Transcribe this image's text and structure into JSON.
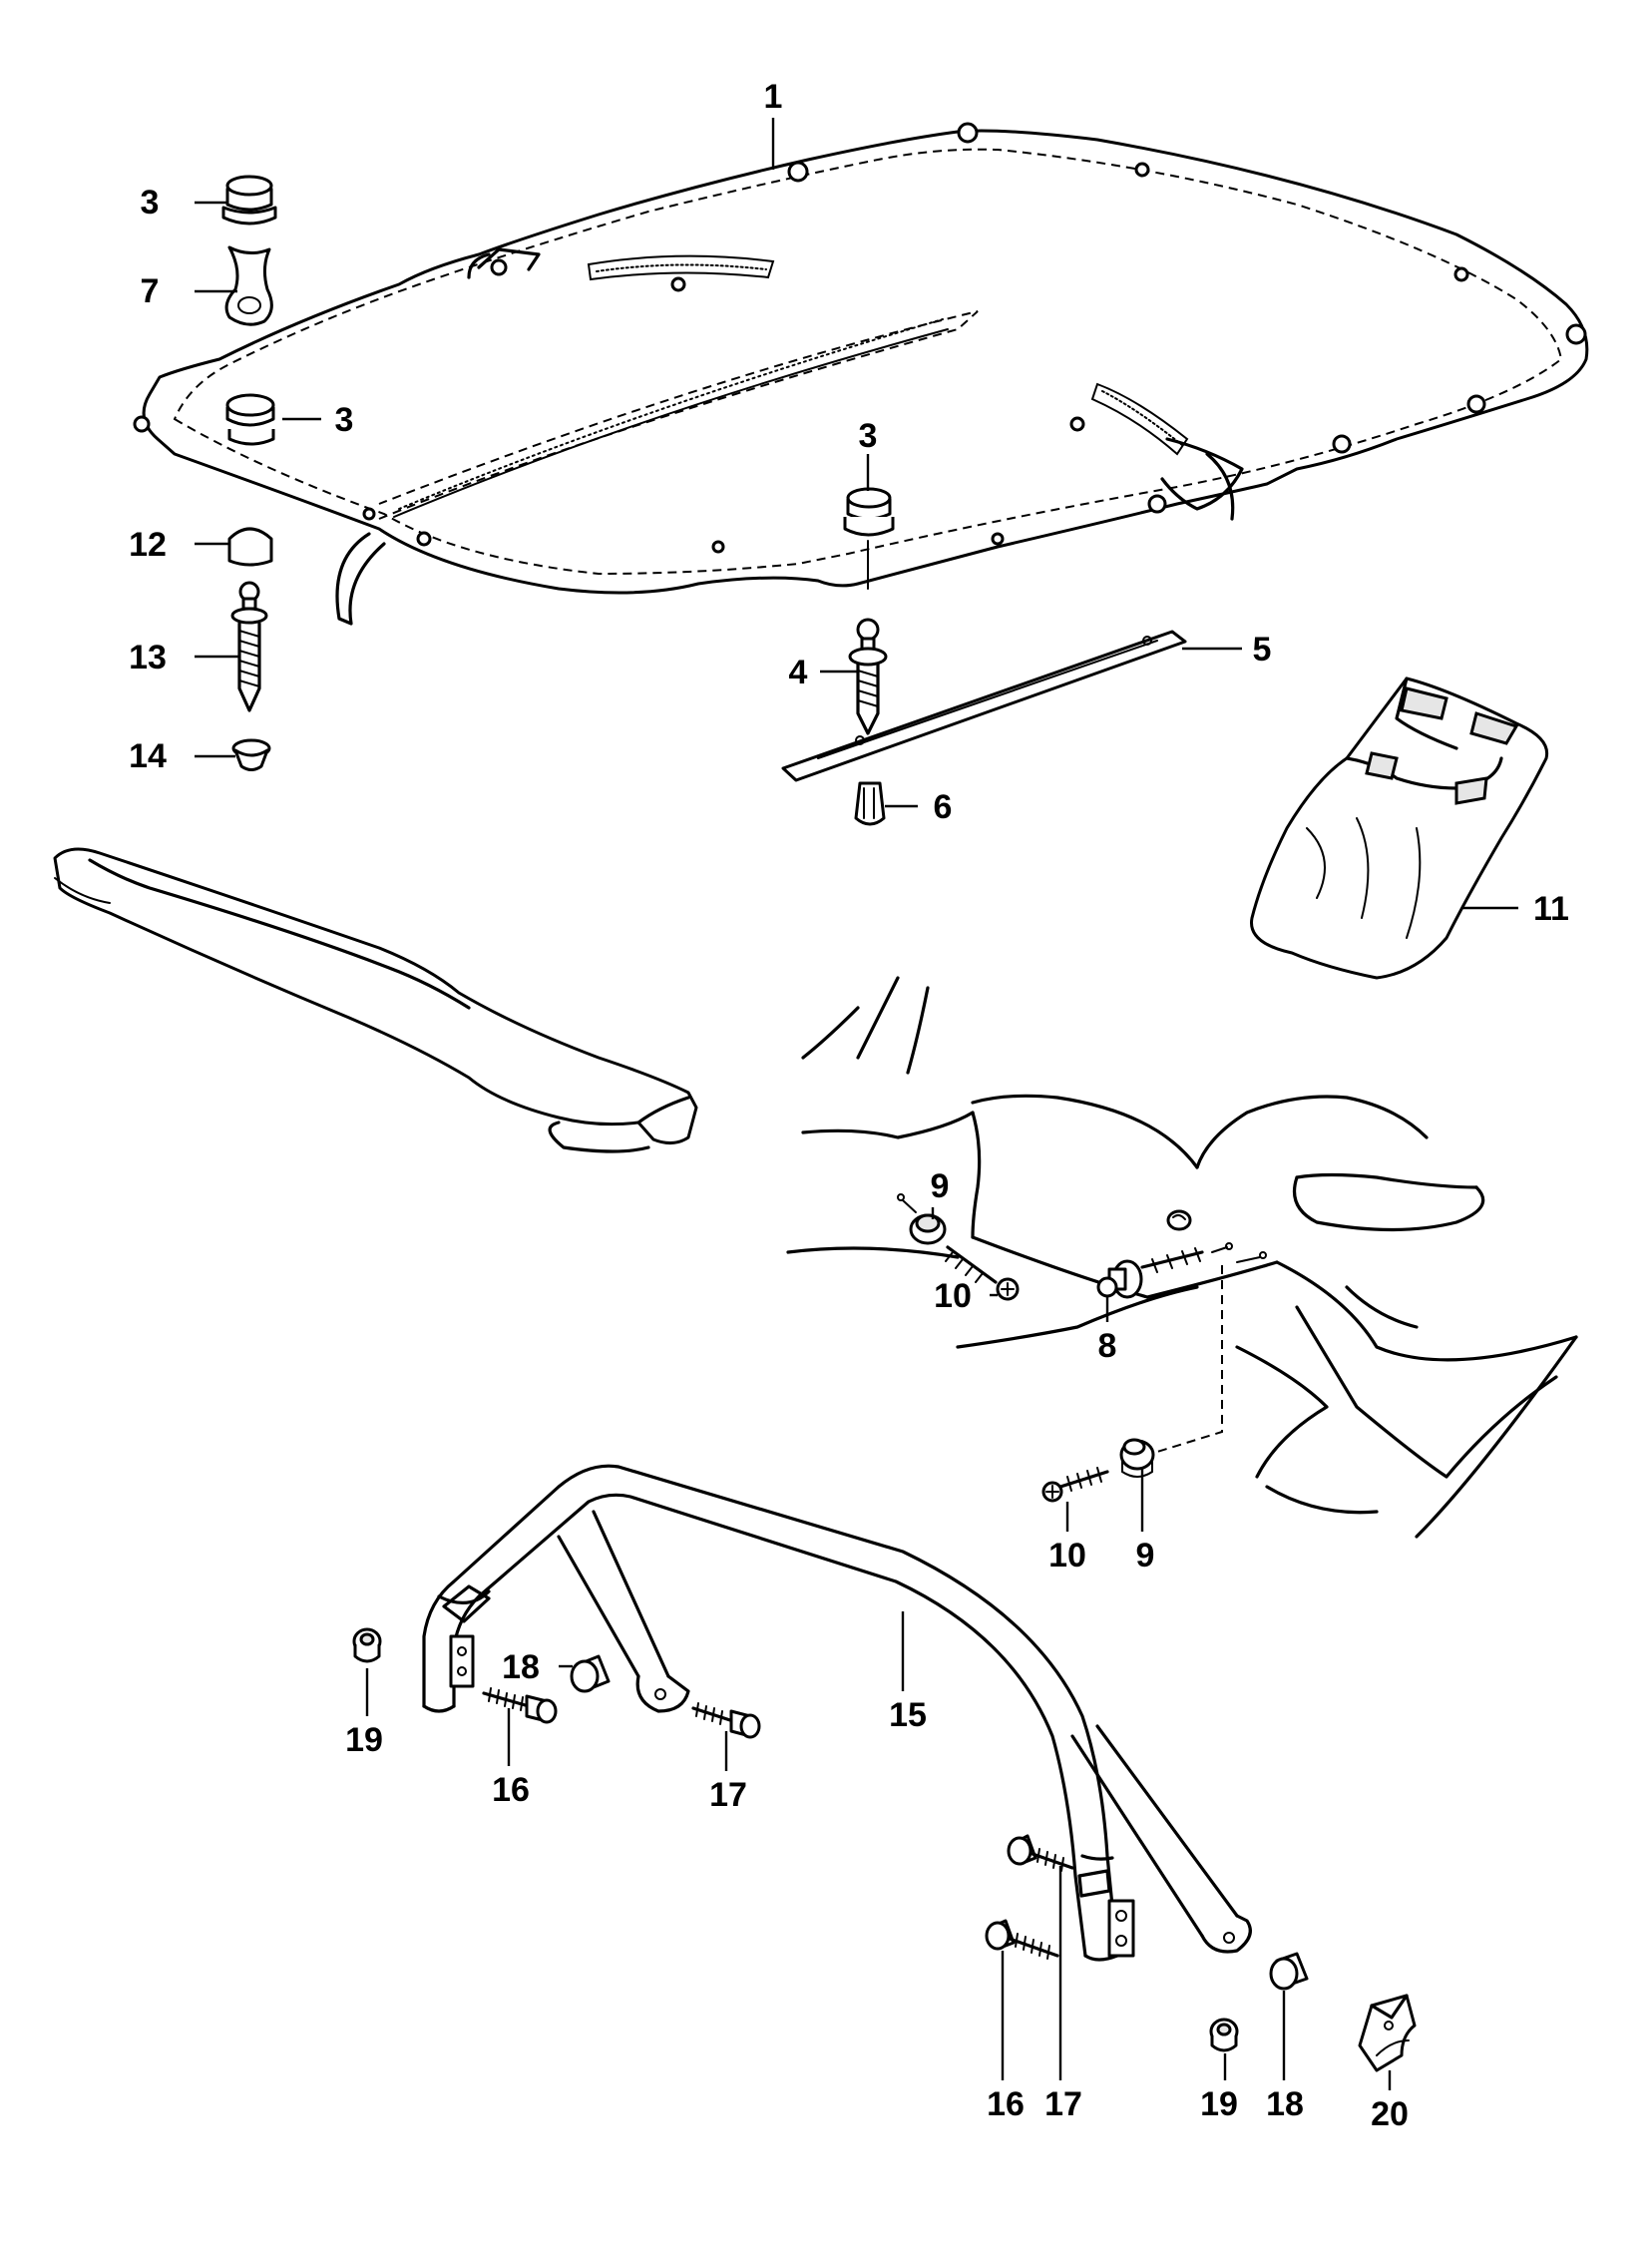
{
  "diagram": {
    "callouts": [
      {
        "id": "c1",
        "label": "1"
      },
      {
        "id": "c3a",
        "label": "3"
      },
      {
        "id": "c7",
        "label": "7"
      },
      {
        "id": "c3b",
        "label": "3"
      },
      {
        "id": "c3c",
        "label": "3"
      },
      {
        "id": "c12",
        "label": "12"
      },
      {
        "id": "c13",
        "label": "13"
      },
      {
        "id": "c14",
        "label": "14"
      },
      {
        "id": "c4",
        "label": "4"
      },
      {
        "id": "c5",
        "label": "5"
      },
      {
        "id": "c6",
        "label": "6"
      },
      {
        "id": "c11",
        "label": "11"
      },
      {
        "id": "c9a",
        "label": "9"
      },
      {
        "id": "c10a",
        "label": "10"
      },
      {
        "id": "c8",
        "label": "8"
      },
      {
        "id": "c10b",
        "label": "10"
      },
      {
        "id": "c9b",
        "label": "9"
      },
      {
        "id": "c15",
        "label": "15"
      },
      {
        "id": "c18a",
        "label": "18"
      },
      {
        "id": "c19a",
        "label": "19"
      },
      {
        "id": "c16a",
        "label": "16"
      },
      {
        "id": "c17a",
        "label": "17"
      },
      {
        "id": "c16b",
        "label": "16"
      },
      {
        "id": "c17b",
        "label": "17"
      },
      {
        "id": "c19b",
        "label": "19"
      },
      {
        "id": "c18b",
        "label": "18"
      },
      {
        "id": "c20",
        "label": "20"
      }
    ]
  }
}
